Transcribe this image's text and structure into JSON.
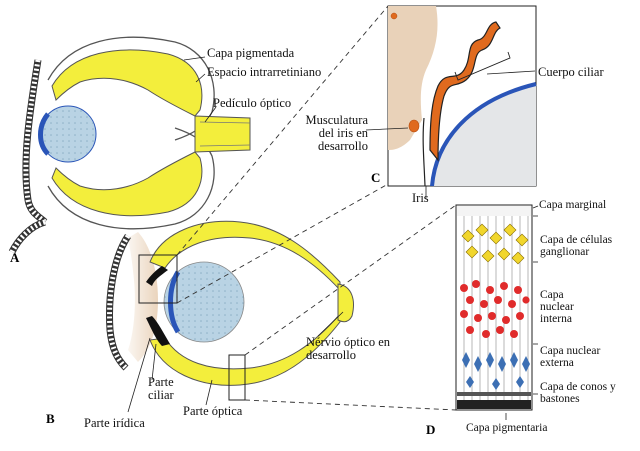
{
  "panels": {
    "a": "A",
    "b": "B",
    "c": "C",
    "d": "D"
  },
  "labels": {
    "capa_pigmentada": "Capa pigmentada",
    "espacio_intrarretiniano": "Espacio intrarretiniano",
    "pediculo_optico": "Pedículo óptico",
    "cuerpo_ciliar": "Cuerpo ciliar",
    "musculatura_iris": "Musculatura del iris en desarrollo",
    "iris": "Iris",
    "nervio_optico": "Nérvio óptico en desarrollo",
    "parte_ciliar": "Parte ciliar",
    "parte_iridica": "Parte irídica",
    "parte_optica": "Parte óptica",
    "capa_marginal": "Capa marginal",
    "capa_ganglionar": "Capa de células ganglionar",
    "capa_nuclear_interna": "Capa nuclear interna",
    "capa_nuclear_externa": "Capa nuclear externa",
    "capa_conos": "Capa de conos y bastones",
    "capa_pigmentaria": "Capa pigmentaria"
  },
  "colors": {
    "retina_yellow": "#f3ee3c",
    "lens_blue": "#b9d3e4",
    "epithelium_blue": "#2a55b8",
    "mesenchyme_tan": "#e9d2b9",
    "iris_orange": "#e06a1e",
    "ganglion_yellow": "#f1d62c",
    "nuclear_red": "#e02b2b",
    "cone_blue": "#3c6fb4"
  }
}
